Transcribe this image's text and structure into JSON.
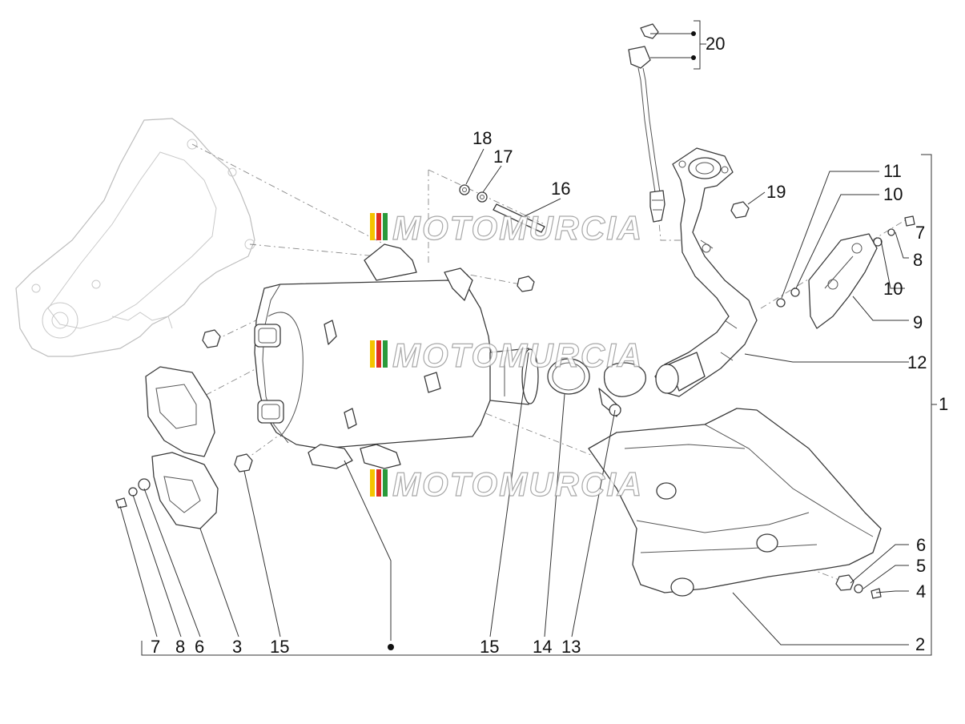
{
  "callouts": {
    "c1": "1",
    "c2": "2",
    "c3": "3",
    "c4": "4",
    "c5": "5",
    "c6a": "6",
    "c6b": "6",
    "c7a": "7",
    "c7b": "7",
    "c8a": "8",
    "c8b": "8",
    "c9": "9",
    "c10a": "10",
    "c10b": "10",
    "c11": "11",
    "c12": "12",
    "c13": "13",
    "c14": "14",
    "c15a": "15",
    "c15b": "15",
    "c16": "16",
    "c17": "17",
    "c18": "18",
    "c19": "19",
    "c20": "20"
  },
  "watermark": {
    "text": "MOTOMURCIA",
    "colors": [
      "#f4c400",
      "#e03020",
      "#2a9a3a"
    ]
  }
}
